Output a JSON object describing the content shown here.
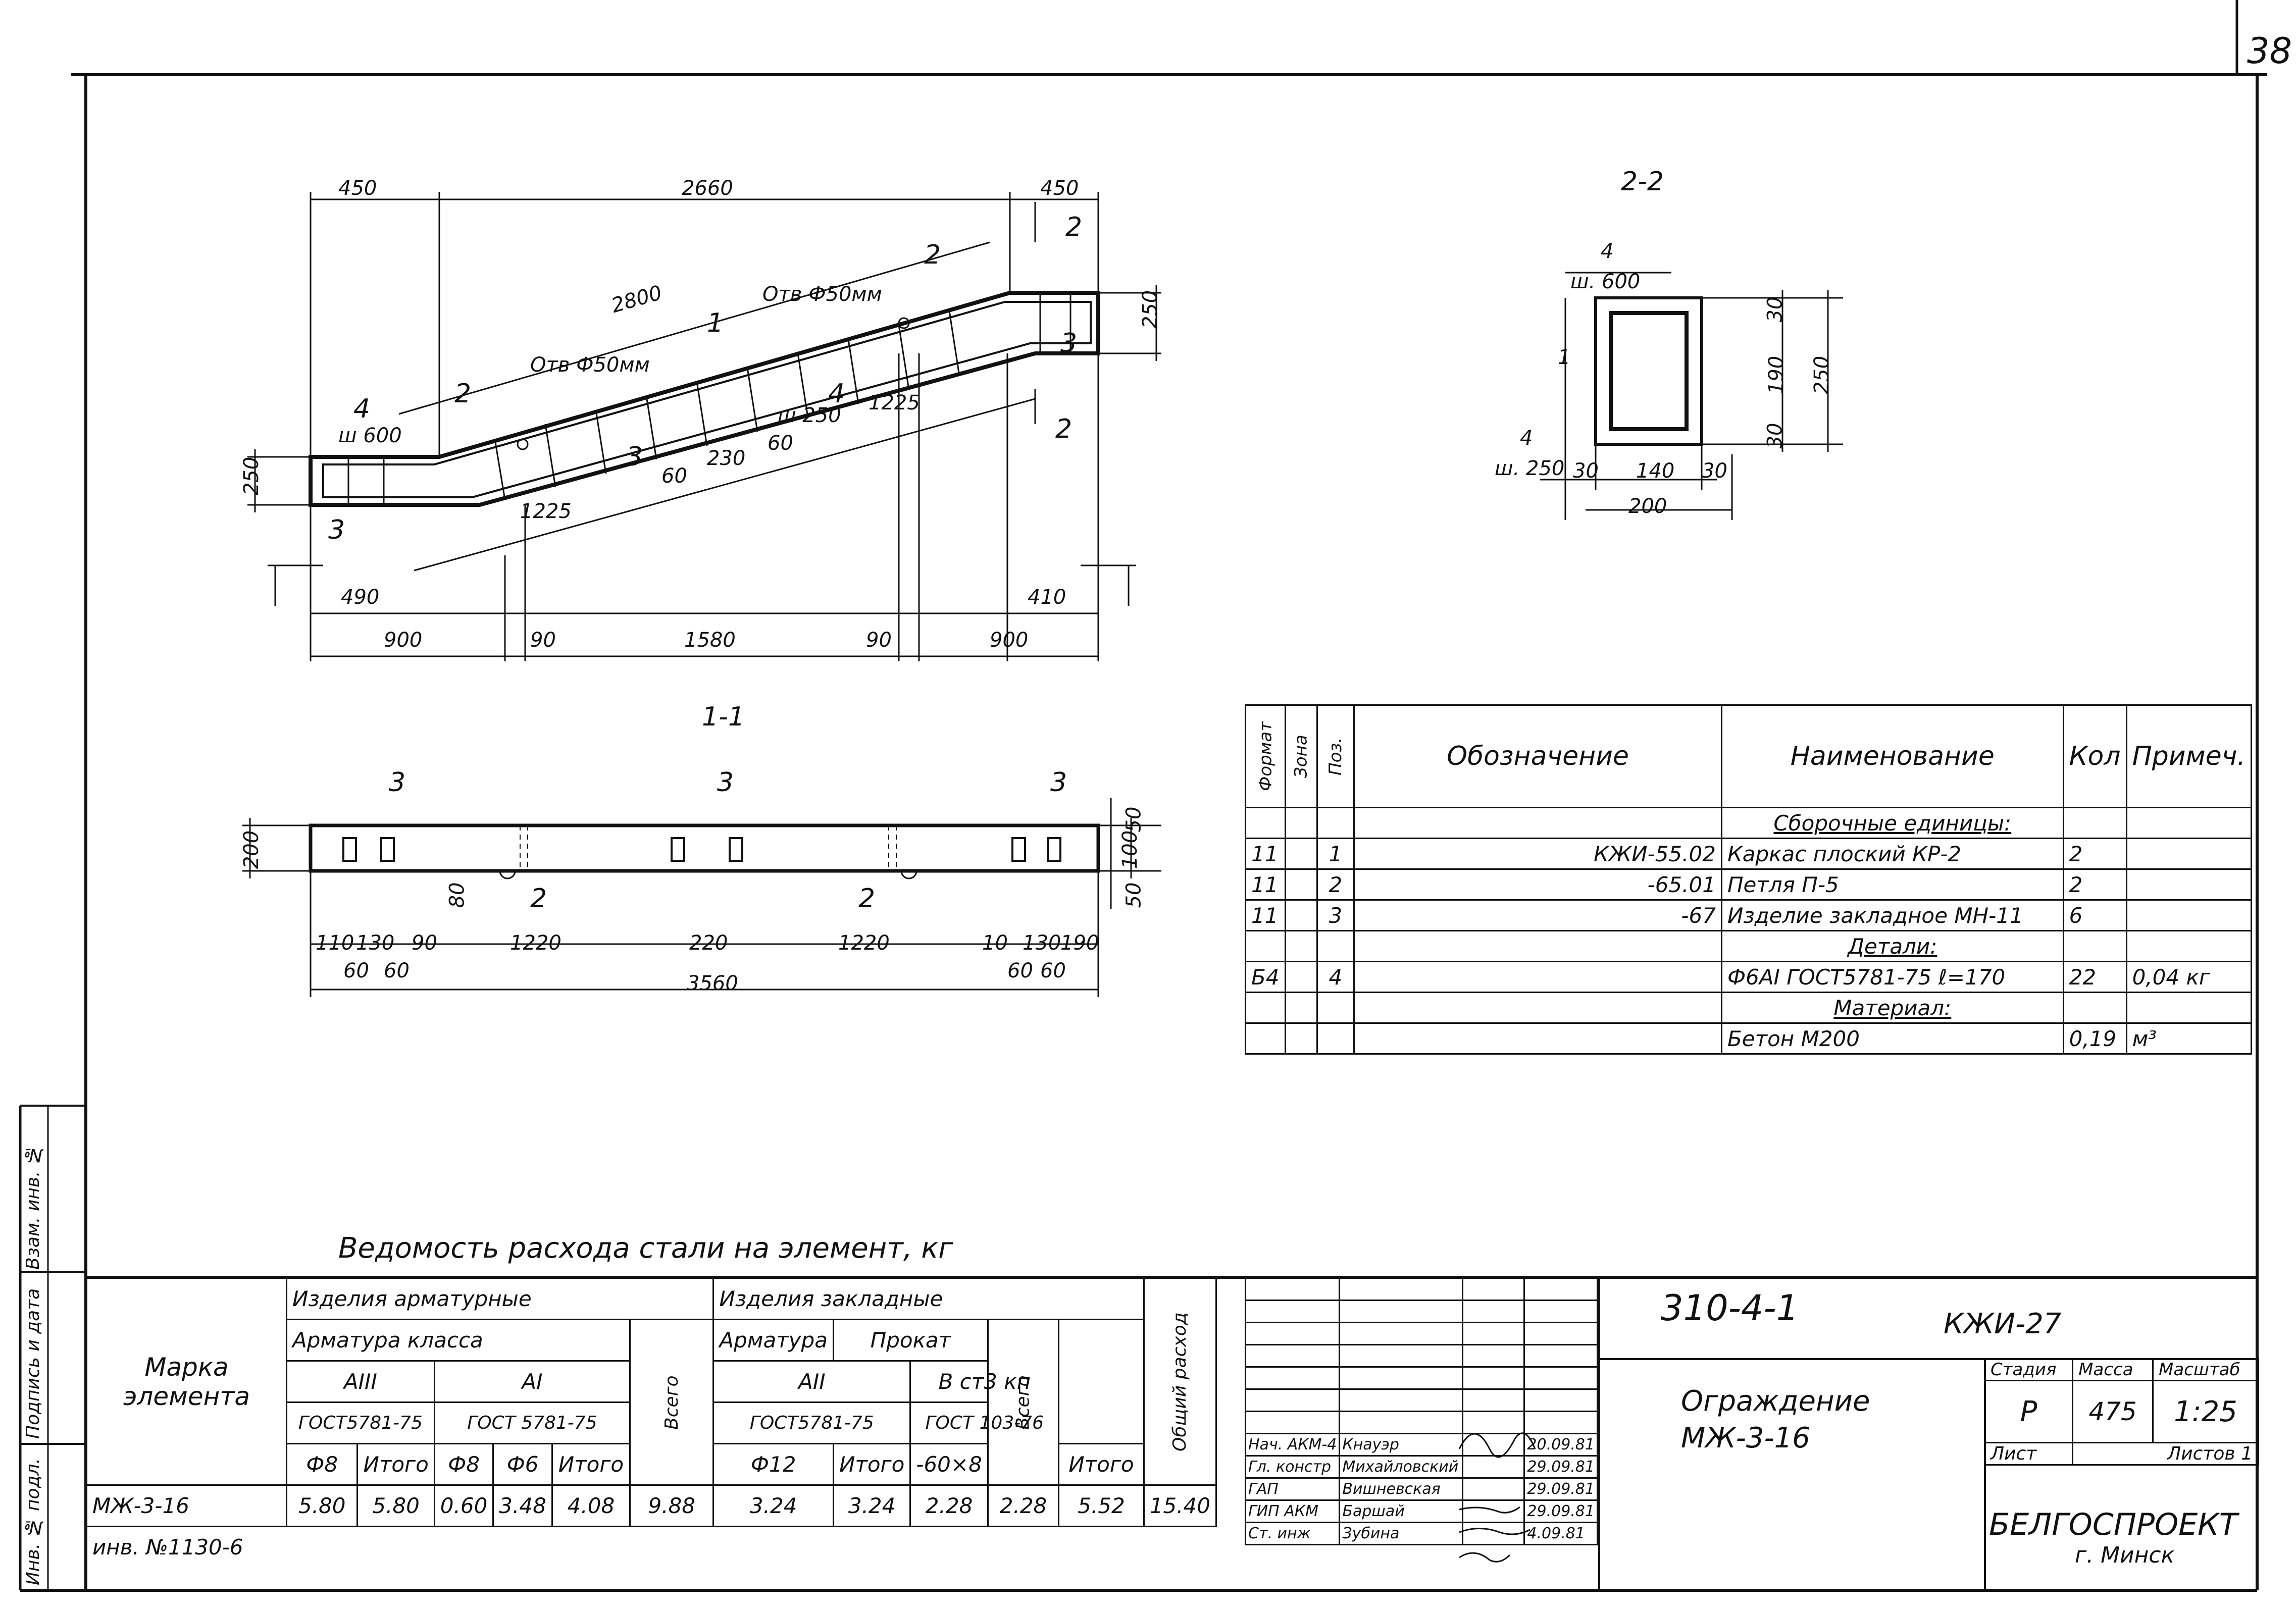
{
  "page_number": "38",
  "drawing": {
    "section_22_label": "2-2",
    "section_11_label": "1-1",
    "dims_top": [
      "450",
      "2660",
      "450"
    ],
    "dim_2800": "2800",
    "dim_250_left": "250",
    "dim_250_right": "250",
    "dim_otv_1": "Отв Ф50мм",
    "dim_otv_2": "Отв Ф50мм",
    "label_sh600": "ш 600",
    "label_sh250": "ш 250",
    "dim_1225a": "1225",
    "dim_1225b": "1225",
    "dim_60a": "60",
    "dim_230": "230",
    "dim_60b": "60",
    "dims_bottom": [
      "490",
      "410"
    ],
    "dims_bottom2": [
      "900",
      "90",
      "1580",
      "90",
      "900"
    ],
    "marks": [
      "1",
      "2",
      "3",
      "4"
    ],
    "sec22_dims": [
      "30",
      "190",
      "30",
      "250",
      "30",
      "140",
      "30",
      "200"
    ],
    "sec22_labels": [
      "4",
      "ш. 600",
      "1",
      "4",
      "ш. 250"
    ],
    "sec11_dims_top": [
      "200",
      "50",
      "100",
      "50",
      "80"
    ],
    "sec11_dims_bottom": [
      "110",
      "130",
      "90",
      "1220",
      "220",
      "1220",
      "10",
      "130",
      "190"
    ],
    "sec11_dims_bottom2": [
      "60",
      "60",
      "3560",
      "60",
      "60"
    ]
  },
  "spec_table": {
    "headers": [
      "Формат",
      "Зона",
      "Поз.",
      "Обозначение",
      "Наименование",
      "Кол",
      "Примеч."
    ],
    "rows": [
      [
        "",
        "",
        "",
        "",
        "Сборочные единицы:",
        "",
        ""
      ],
      [
        "11",
        "",
        "1",
        "КЖИ-55.02",
        "Каркас плоский КР-2",
        "2",
        ""
      ],
      [
        "11",
        "",
        "2",
        "-65.01",
        "Петля П-5",
        "2",
        ""
      ],
      [
        "11",
        "",
        "3",
        "-67",
        "Изделие закладное МН-11",
        "6",
        ""
      ],
      [
        "",
        "",
        "",
        "",
        "Детали:",
        "",
        ""
      ],
      [
        "Б4",
        "",
        "4",
        "",
        "Ф6АI ГОСТ5781-75  ℓ=170",
        "22",
        "0,04 кг"
      ],
      [
        "",
        "",
        "",
        "",
        "Материал:",
        "",
        ""
      ],
      [
        "",
        "",
        "",
        "",
        "Бетон М200",
        "0,19",
        "м³"
      ]
    ]
  },
  "steel_table": {
    "title": "Ведомость расхода стали на элемент, кг",
    "mark_header": "Марка элемента",
    "group1": "Изделия арматурные",
    "group1_sub": "Арматура класса",
    "class_a3": "AIII",
    "class_a1": "AI",
    "gost_a3": "ГОСТ5781-75",
    "gost_a1": "ГОСТ 5781-75",
    "group2": "Изделия закладные",
    "arm": "Арматура",
    "prokat": "Прокат",
    "class_a2": "AII",
    "prokat_type": "В ст3 кп",
    "gost_a2": "ГОСТ5781-75",
    "gost_prokat": "ГОСТ 103-76",
    "cols": [
      "Ф8",
      "Итого",
      "Ф8",
      "Ф6",
      "Итого",
      "Ф12",
      "Итого",
      "-60×8",
      "Итого"
    ],
    "total": "Всего",
    "total2": "Всего",
    "overall": "Общий расход",
    "row_mark": "МЖ-3-16",
    "row_values": [
      "5.80",
      "5.80",
      "0.60",
      "3.48",
      "4.08",
      "9.88",
      "3.24",
      "3.24",
      "2.28",
      "2.28",
      "5.52",
      "15.40"
    ],
    "inv": "инв. №1130-6"
  },
  "title_block": {
    "code": "310-4-1",
    "doc": "КЖИ-27",
    "name": "Ограждение МЖ-3-16",
    "stage_h": "Стадия",
    "mass_h": "Масса",
    "scale_h": "Масштаб",
    "stage": "Р",
    "mass": "475",
    "scale": "1:25",
    "sheet_h": "Лист",
    "sheets_h": "Листов 1",
    "org": "БЕЛГОСПРОЕКТ",
    "city": "г. Минск",
    "signers": [
      [
        "Нач. АКМ-4",
        "Кнауэр",
        "20.09.81"
      ],
      [
        "Гл. констр",
        "Михайловский",
        "29.09.81"
      ],
      [
        "ГАП",
        "Вишневская",
        "29.09.81"
      ],
      [
        "ГИП АКМ",
        "Баршай",
        "29.09.81"
      ],
      [
        "Ст. инж",
        "Зубина",
        "4.09.81"
      ]
    ]
  },
  "side_stamp": [
    "Инв. № подл.",
    "Подпись и дата",
    "Взам. инв. №"
  ]
}
